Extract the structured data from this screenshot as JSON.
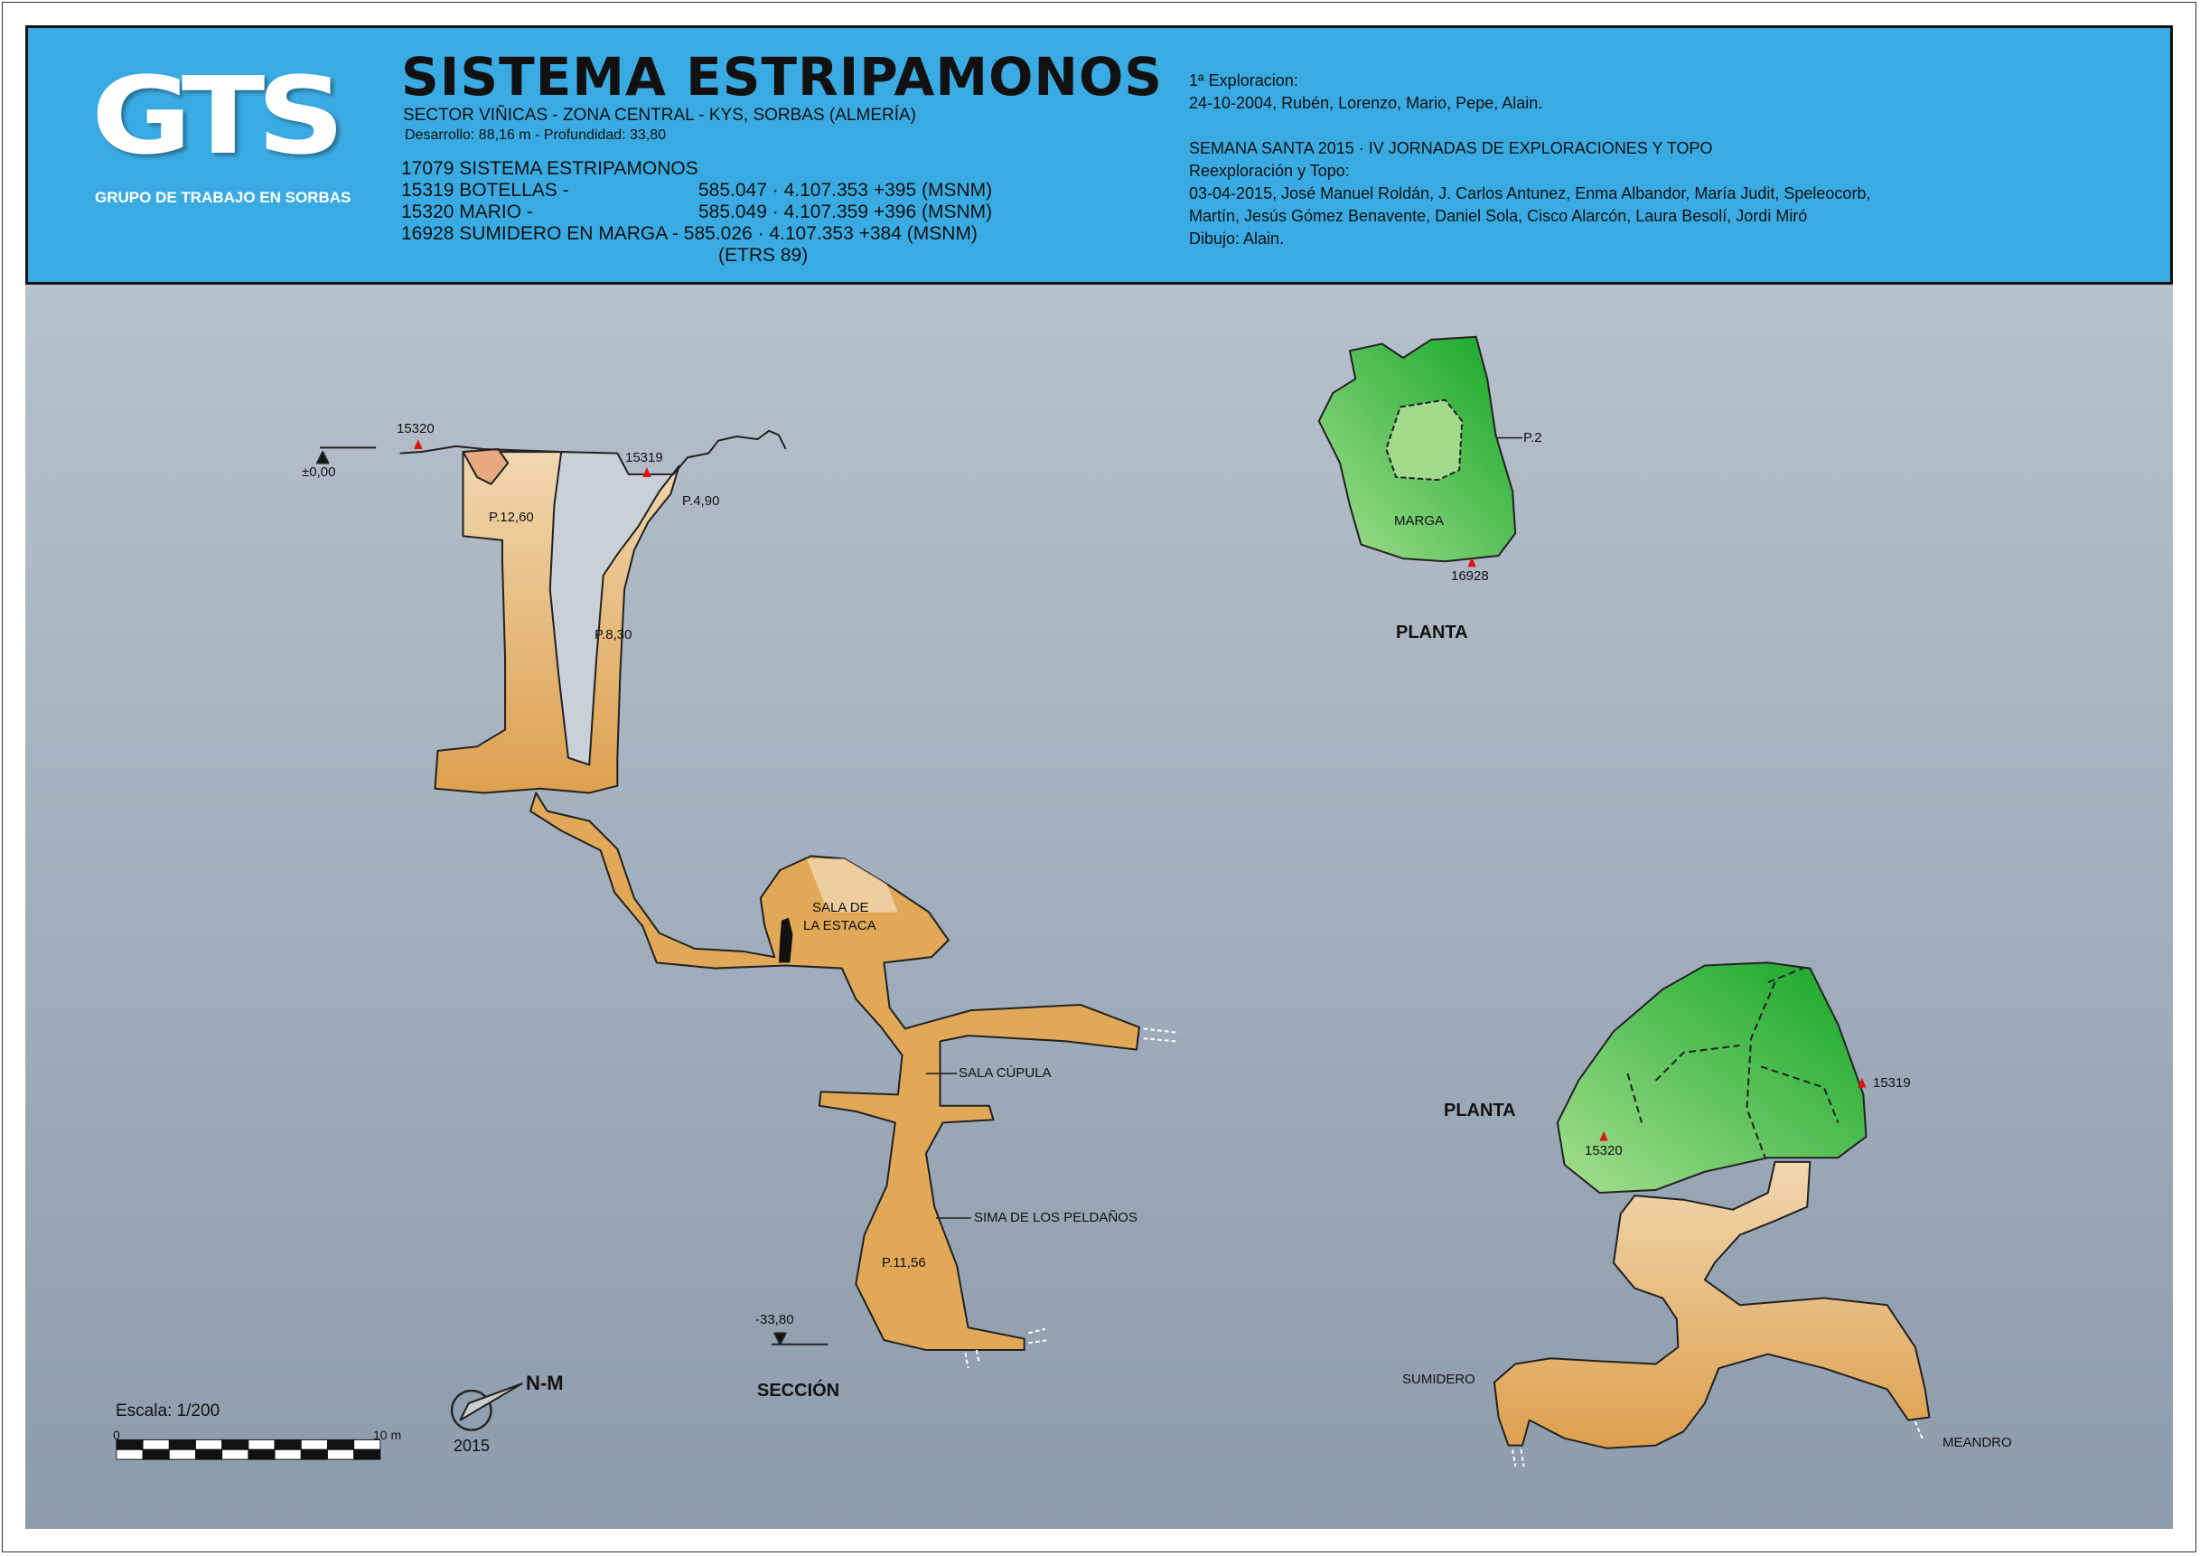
{
  "logo": {
    "letters": "GTS",
    "subtitle": "GRUPO DE TRABAJO EN SORBAS"
  },
  "header": {
    "title": "SISTEMA ESTRIPAMONOS",
    "subtitle": "SECTOR VIÑICAS - ZONA CENTRAL - KYS, SORBAS (ALMERÍA)",
    "development": "Desarrollo: 88,16 m - Profundidad: 33,80",
    "system": "17079 SISTEMA ESTRIPAMONOS",
    "entrances": [
      {
        "name": "15319 BOTELLAS -",
        "coords": "585.047 · 4.107.353 +395 (MSNM)"
      },
      {
        "name": "15320 MARIO        -",
        "coords": "585.049 · 4.107.359 +396 (MSNM)"
      },
      {
        "name": "16928 SUMIDERO EN MARGA -",
        "coords": "585.026 · 4.107.353 +384 (MSNM)"
      }
    ],
    "datum": "(ETRS 89)",
    "credits": [
      "1ª Exploracion:",
      "24-10-2004, Rubén, Lorenzo, Mario, Pepe, Alain.",
      "SEMANA SANTA 2015 · IV JORNADAS DE EXPLORACIONES Y TOPO",
      "Reexploración y Topo:",
      "03-04-2015, José Manuel Roldán, J. Carlos Antunez, Enma Albandor, María Judit, Speleocorb,",
      "Martín, Jesús Gómez Benavente, Daniel Sola, Cisco Alarcón, Laura Besolí, Jordi Miró",
      "Dibujo: Alain."
    ]
  },
  "section": {
    "title": "SECCIÓN",
    "datum_top": "±0,00",
    "datum_bottom": "-33,80",
    "labels": {
      "e15320": "15320",
      "e15319": "15319",
      "p490": "P.4,90",
      "p1260": "P.12,60",
      "p830": "P.8,30",
      "sala_estaca_1": "SALA DE",
      "sala_estaca_2": "LA ESTACA",
      "sala_cupula": "SALA CÚPULA",
      "sima": "SIMA DE LOS PELDAÑOS",
      "p1156": "P.11,56"
    }
  },
  "plan_top": {
    "title": "PLANTA",
    "p2": "P.2",
    "marga": "MARGA",
    "e16928": "16928"
  },
  "plan_bottom": {
    "title": "PLANTA",
    "e15319": "15319",
    "e15320": "15320",
    "sumidero": "SUMIDERO",
    "meandro": "MEANDRO"
  },
  "legend": {
    "scale": "Escala: 1/200",
    "scale_start": "0",
    "scale_end": "10 m",
    "north": "N-M",
    "year": "2015"
  },
  "colors": {
    "header": "#3aabe2",
    "cave": "#e0a857",
    "cave_light": "#f1d7b0",
    "green_dark": "#16a82a",
    "green_light": "#9fdc8a",
    "marker": "#e01010"
  }
}
